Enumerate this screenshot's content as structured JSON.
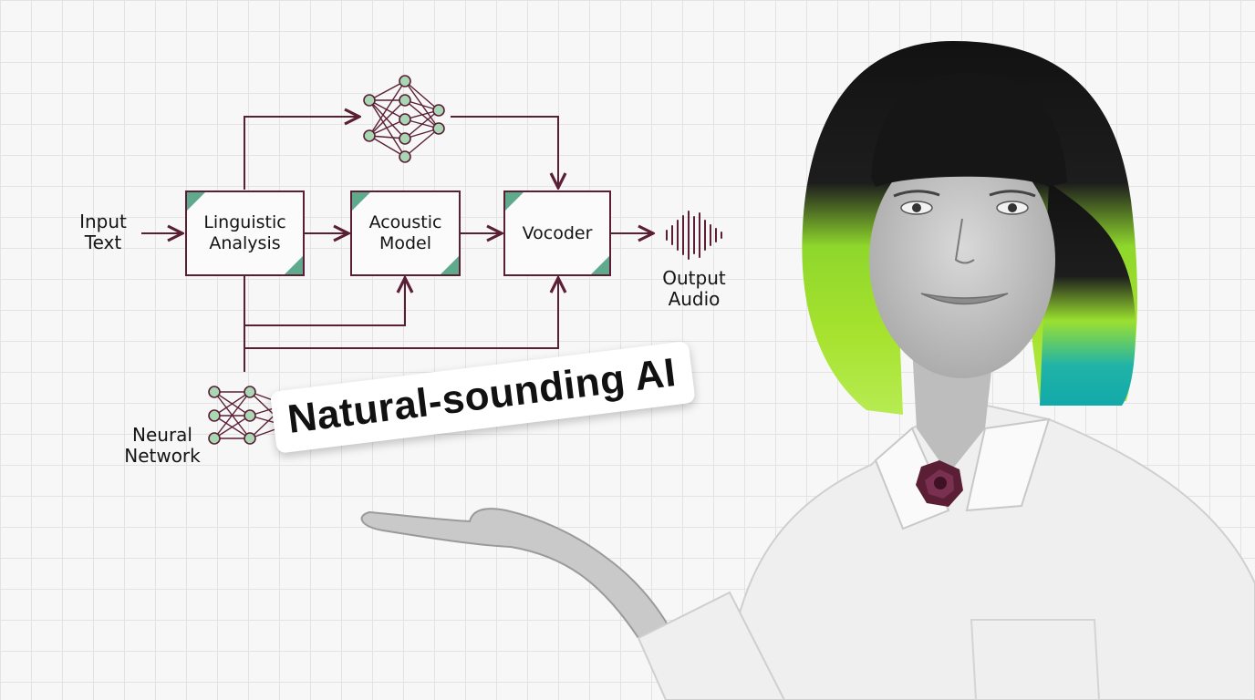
{
  "diagram": {
    "input_label": "Input\nText",
    "boxes": {
      "linguistic": "Linguistic\nAnalysis",
      "acoustic": "Acoustic\nModel",
      "vocoder": "Vocoder"
    },
    "output_label": "Output\nAudio",
    "network_label": "Neural\nNetwork"
  },
  "tagline": "Natural-sounding AI",
  "colors": {
    "line": "#5a1f35",
    "node_fill": "#a9d7b4",
    "accent": "#5fa98c",
    "hair_green": "#a6e22e",
    "hair_teal": "#11a9a9"
  }
}
